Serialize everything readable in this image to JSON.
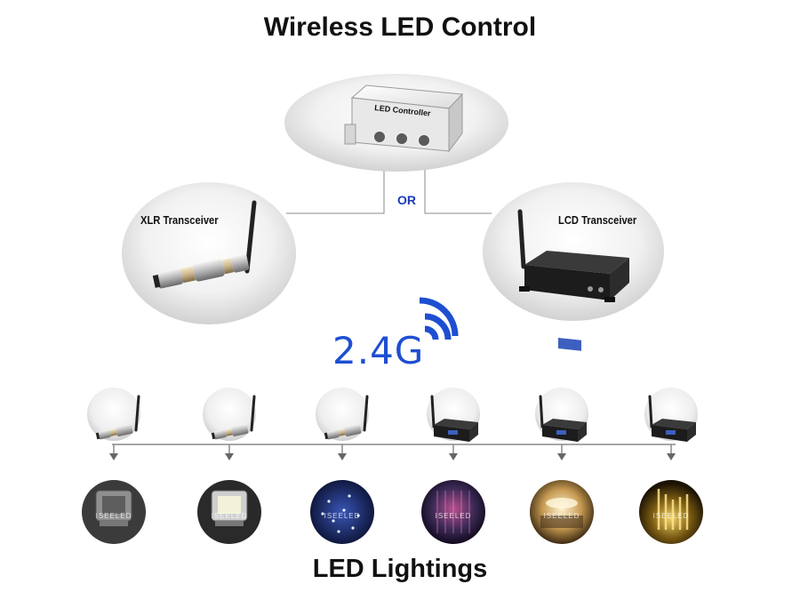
{
  "title": "Wireless LED Control",
  "controller": {
    "label": "LED Controller"
  },
  "or_label": "OR",
  "xlr_transceiver": {
    "label": "XLR Transceiver"
  },
  "lcd_transceiver": {
    "label": "LCD Transceiver"
  },
  "frequency": "2.4G",
  "receivers": [
    "xlr",
    "xlr",
    "xlr",
    "lcd",
    "lcd",
    "lcd"
  ],
  "lightings_watermark": "ISEELED",
  "lightings_label": "LED Lightings",
  "colors": {
    "accent_blue": "#1e4fd1",
    "line_gray": "#8a8a8a"
  }
}
